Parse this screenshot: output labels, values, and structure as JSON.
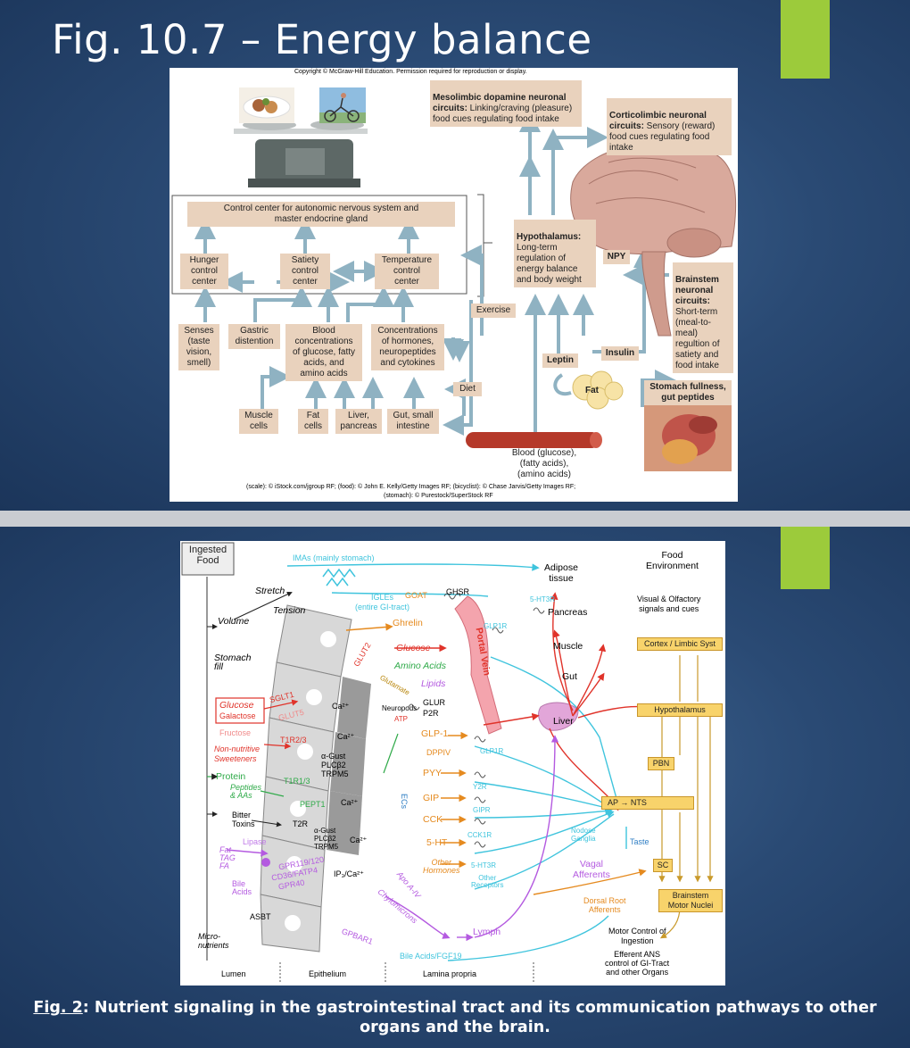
{
  "slide1": {
    "title": "Fig. 10.7 – Energy balance",
    "copyright": "Copyright © McGraw-Hill Education. Permission required for reproduction or display.",
    "credits_line1": "(scale): © iStock.com/jgroup RF; (food): © John E. Kelly/Getty Images RF; (bicyclist): © Chase Jarvis/Getty Images RF;",
    "credits_line2": "(stomach): © Purestock/SuperStock RF",
    "control_center": "Control center for autonomic nervous system and\nmaster endocrine gland",
    "hunger": "Hunger\ncontrol\ncenter",
    "satiety": "Satiety\ncontrol\ncenter",
    "temperature": "Temperature\ncontrol\ncenter",
    "senses": "Senses\n(taste\nvision,\nsmell)",
    "gastric": "Gastric\ndistention",
    "blood_conc": "Blood\nconcentrations\nof glucose, fatty\nacids, and\namino acids",
    "concentrations": "Concentrations\nof hormones,\nneuropeptides\nand cytokines",
    "exercise": "Exercise",
    "diet": "Diet",
    "muscle": "Muscle\ncells",
    "fat_cells": "Fat\ncells",
    "liver": "Liver,\npancreas",
    "gut": "Gut, small\nintestine",
    "mesolimbic_bold": "Mesolimbic dopamine neuronal\ncircuits:",
    "mesolimbic_rest": " Linking/craving (pleasure)\nfood cues regulating food intake",
    "corticolimbic_bold": "Corticolimbic neuronal\ncircuits:",
    "corticolimbic_rest": " Sensory (reward)\nfood cues regulating food\nintake",
    "hypothalamus_bold": "Hypothalamus:",
    "hypothalamus_rest": "Long-term\nregulation of\nenergy balance\nand body weight",
    "npy": "NPY",
    "brainstem_bold": "Brainstem\nneuronal\ncircuits:",
    "brainstem_rest": "Short-term\n(meal-to-\nmeal)\nregultion of\nsatiety and\nfood intake",
    "leptin": "Leptin",
    "insulin": "Insulin",
    "fat": "Fat",
    "stomach_fullness": "Stomach fullness,\ngut peptides",
    "blood": "Blood (glucose),\n(fatty acids),\n(amino acids)"
  },
  "slide2": {
    "caption_label": "Fig. 2",
    "caption_text": ": Nutrient signaling in the gastrointestinal tract and its communication pathways to other organs and the brain.",
    "ingested_food": "Ingested\nFood",
    "imas": "IMAs (mainly stomach)",
    "igles": "IGLEs\n(entire GI-tract)",
    "stretch": "Stretch",
    "tension": "Tension",
    "volume": "Volume",
    "stomach_fill": "Stomach\nfill",
    "glucose": "Glucose",
    "galactose": "Galactose",
    "fructose": "Fructose",
    "nonnutritive": "Non-nutritive\nSweeteners",
    "protein": "Protein",
    "peptides": "Peptides\n& AAs",
    "bitter": "Bitter\nToxins",
    "lipase": "Lipase",
    "fat_tag": "Fat\nTAG\nFA",
    "bile_acids": "Bile\nAcids",
    "asbt": "ASBT",
    "micronutrients": "Micro-\nnutrients",
    "lumen": "Lumen",
    "epithelium": "Epithelium",
    "lamina": "Lamina propria",
    "sglt1": "SGLT1",
    "glut5": "GLUT5",
    "glut2": "GLUT2",
    "t1r23": "T1R2/3",
    "t1r13": "T1R1/3",
    "pept1": "PEPT1",
    "t2r": "T2R",
    "gpr119": "GPR119/120",
    "cd36": "CD36/FATP4",
    "gpr40": "GPR40",
    "gpbar1": "GPBAR1",
    "ca1": "Ca²⁺",
    "ca2": "Ca²⁺",
    "ca3": "Ca²⁺",
    "ca4": "Ca²⁺",
    "agust1": "α-Gust\nPLCβ2\nTRPM5",
    "agust2": "α-Gust\nPLCβ2\nTRPM5",
    "ip3": "IP₃/Ca²⁺",
    "glutamate": "Glutamate",
    "neuropods": "Neuropods",
    "atp": "ATP",
    "glur": "GLUR",
    "p2r": "P2R",
    "goat": "GOAT",
    "ghsr": "GHSR",
    "ghrelin": "Ghrelin",
    "glucose2": "Glucose",
    "amino": "Amino Acids",
    "lipids": "Lipids",
    "glp1": "GLP-1",
    "dppiv": "DPPIV",
    "pyy": "PYY",
    "gip": "GIP",
    "cck": "CCK",
    "fiveht": "5-HT",
    "other_hormones": "Other\nHormones",
    "apo": "Apo A-IV",
    "chylomicrons": "Chylomicrons",
    "ecs": "ECs",
    "glp1r1": "GLP1R",
    "glp1r2": "GLP1R",
    "y2r": "Y2R",
    "gipr": "GIPR",
    "cck1r": "CCK1R",
    "fiveht3r1": "5-HT3R",
    "fiveht3r2": "5-HT3R",
    "other_receptors": "Other\nReceptors",
    "portal_vein": "Portal Vein",
    "adipose": "Adipose\ntissue",
    "pancreas": "Pancreas",
    "muscle": "Muscle",
    "gut": "Gut",
    "liver": "Liver",
    "lymph": "Lymph",
    "bile_fgf": "Bile Acids/FGF19",
    "food_env": "Food\nEnvironment",
    "visual": "Visual & Olfactory\nsignals and cues",
    "cortex": "Cortex / Limbic Syst",
    "hypothalamus": "Hypothalamus",
    "pbn": "PBN",
    "ap": "AP",
    "nts": "NTS",
    "sc": "SC",
    "nodose": "Nodose\nGanglia",
    "taste": "Taste",
    "vagal": "Vagal\nAfferents",
    "drg": "Dorsal Root\nAfferents",
    "brainstem": "Brainstem\nMotor Nuclei",
    "motor": "Motor Control of\nIngestion",
    "efferent": "Efferent ANS\ncontrol of GI-Tract\nand other Organs"
  }
}
